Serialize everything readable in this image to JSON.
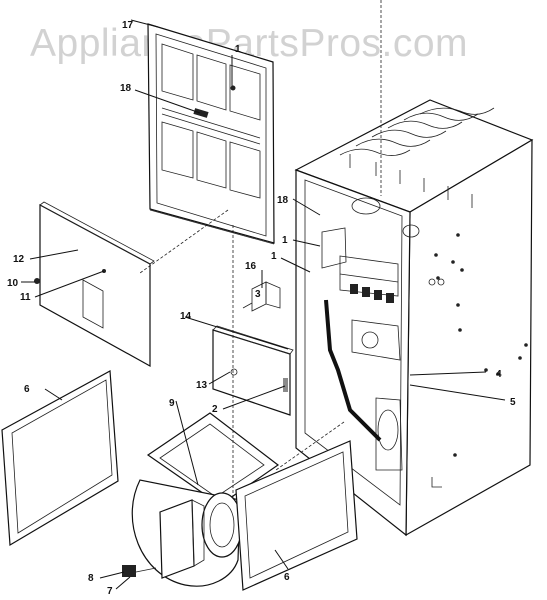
{
  "watermark": "AppliancePartsPros.com",
  "callouts": {
    "c17": "17",
    "c1a": "1",
    "c18a": "18",
    "c18b": "18",
    "c1b": "1",
    "c1c": "1",
    "c16": "16",
    "c3": "3",
    "c12": "12",
    "c10": "10",
    "c11": "11",
    "c14": "14",
    "c13": "13",
    "c2": "2",
    "c4": "4",
    "c5": "5",
    "c6a": "6",
    "c9": "9",
    "c6b": "6",
    "c8": "8",
    "c7": "7"
  }
}
